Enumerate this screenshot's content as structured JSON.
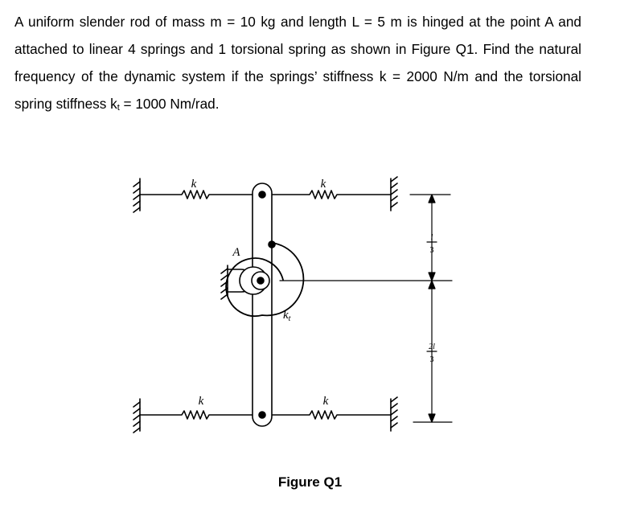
{
  "problem": {
    "text_before_sub": "A uniform slender rod of mass m = 10 kg and length L = 5 m is hinged at the point A and attached to linear 4 springs and 1 torsional spring as shown in Figure Q1.  Find the natural frequency of the dynamic system if the springs’ stiffness k = 2000 N/m and the torsional spring stiffness k",
    "subscript": "t",
    "text_after_sub": " = 1000 Nm/rad."
  },
  "figure": {
    "labels": {
      "spring_top_left": "k",
      "spring_top_right": "k",
      "spring_bottom_left": "k",
      "spring_bottom_right": "k",
      "hinge": "A",
      "torsional": "k",
      "torsional_sub": "t",
      "dim_top_num": "l",
      "dim_top_den": "3",
      "dim_bottom_num": "2l",
      "dim_bottom_den": "3"
    },
    "caption": "Figure Q1"
  }
}
